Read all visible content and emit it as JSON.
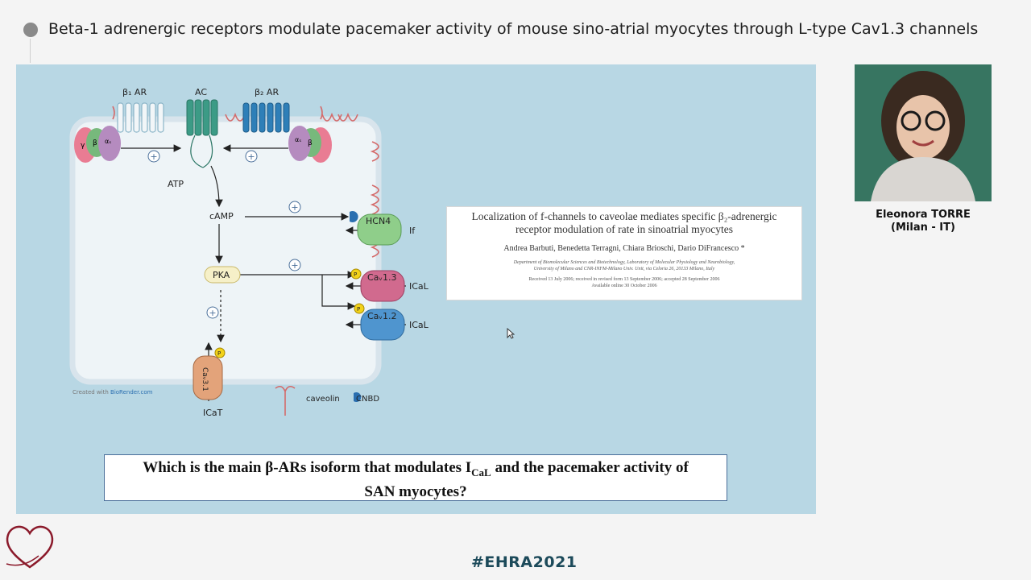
{
  "slide": {
    "title": "Beta-1 adrenergic receptors modulate pacemaker activity of mouse sino-atrial myocytes through L-type Cav1.3 channels"
  },
  "diagram": {
    "labels": {
      "b1ar": "β₁ AR",
      "ac": "AC",
      "b2ar": "β₂ AR",
      "atp": "ATP",
      "camp": "cAMP",
      "pka": "PKA",
      "hcn4": "HCN4",
      "if": "If",
      "cav13": "Caᵥ1.3",
      "cav12": "Caᵥ1.2",
      "ical1": "ICaL",
      "ical2": "ICaL",
      "cav31": "Caᵥ3.1",
      "icat": "ICaT",
      "caveolin": "caveolin",
      "cnbd": "CNBD",
      "gamma": "γ",
      "beta": "β",
      "alpha": "αₛ",
      "plus": "+",
      "p": "P"
    },
    "credit": {
      "prefix": "Created with ",
      "brand": "BioRender.com"
    }
  },
  "paper": {
    "title_line1": "Localization of f-channels to caveolae mediates specific β₂-adrenergic",
    "title_line2": "receptor modulation of rate in sinoatrial myocytes",
    "authors": "Andrea Barbuti, Benedetta Terragni, Chiara Brioschi, Dario DiFrancesco *",
    "affiliation_line1": "Department of Biomolecular Sciences and Biotechnology, Laboratory of Molecular Physiology and Neurobiology,",
    "affiliation_line2": "University of Milano and CNR-INFM-Milano Univ. Unit, via Celoria 26, 20133 Milano, Italy",
    "received": "Received 13 July 2006; received in revised form 13 September 2006; accepted 28 September 2006",
    "online": "Available online 30 October 2006"
  },
  "question": {
    "part1": "Which is the main β-ARs isoform that modulates I",
    "sub": "CaL",
    "part2": " and the pacemaker activity of",
    "line2": "SAN myocytes?"
  },
  "speaker": {
    "name": "Eleonora TORRE",
    "location": "(Milan - IT)"
  },
  "footer": {
    "hashtag": "#EHRA2021"
  },
  "colors": {
    "slide_bg": "#b8d7e4",
    "title_text": "#1e1e1e",
    "hashtag": "#1c4a5a",
    "logo": "#8b1a2b"
  }
}
